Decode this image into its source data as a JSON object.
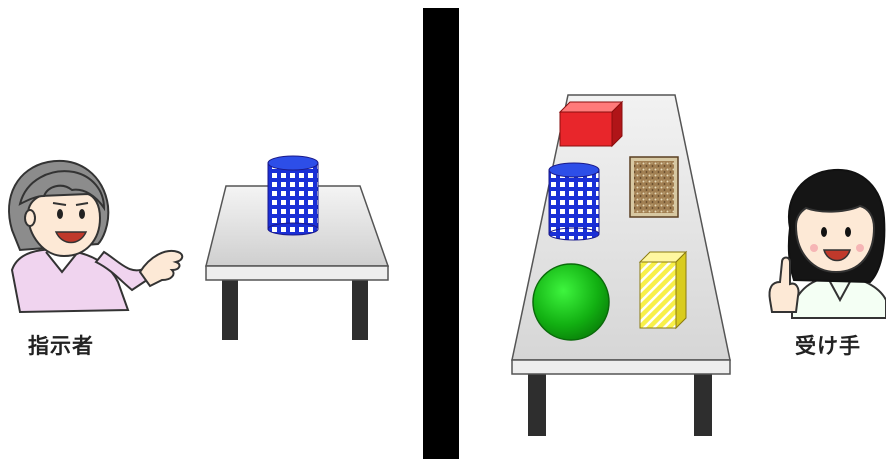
{
  "labels": {
    "instructor": "指示者",
    "receiver": "受け手"
  },
  "objects": {
    "left_table": [
      "blue-cylinder"
    ],
    "right_table": [
      "red-box",
      "blue-cylinder",
      "brown-textured-box",
      "green-sphere",
      "yellow-striped-box"
    ]
  },
  "colors": {
    "divider": "#000000",
    "table_top": "#e3e3e3",
    "table_leg": "#2e2e2e",
    "cylinder": "#1a2fd6",
    "red_box": "#e8262b",
    "brown_box": "#9a7a4f",
    "green_sphere": "#17b817",
    "yellow_box": "#f5ee2f"
  }
}
